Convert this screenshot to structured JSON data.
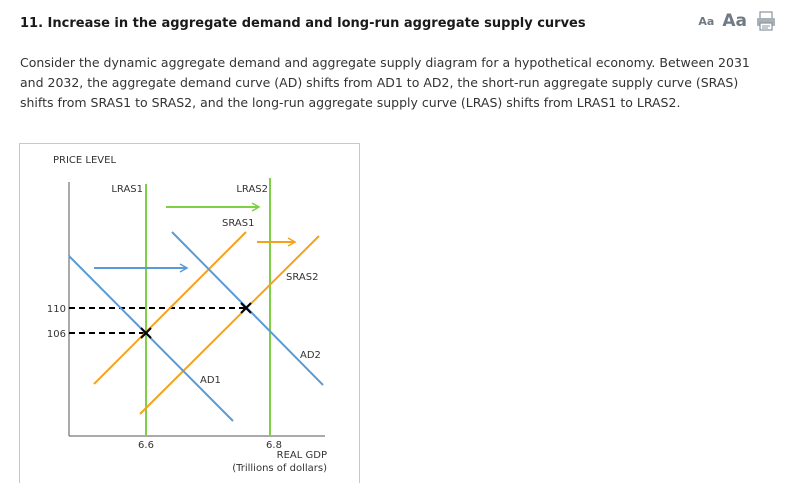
{
  "question": {
    "title": "11. Increase in the aggregate demand and long-run aggregate supply curves",
    "intro": "Consider the dynamic aggregate demand and aggregate supply diagram for a hypothetical economy. Between 2031 and 2032, the aggregate demand curve (AD) shifts from AD1 to AD2, the short-run aggregate supply curve (SRAS) shifts from SRAS1 to SRAS2, and the long-run aggregate supply curve (LRAS) shifts from LRAS1 to LRAS2."
  },
  "toolbar": {
    "font_small": "Aa",
    "font_large": "Aa",
    "print_icon": "print-icon"
  },
  "graph": {
    "y_axis_title": "PRICE LEVEL",
    "x_axis_title": "REAL GDP",
    "x_axis_units": "(Trillions of dollars)",
    "y_ticks": [
      "110",
      "106"
    ],
    "x_ticks": [
      "6.6",
      "6.8"
    ],
    "curve_labels": {
      "lras1": "LRAS1",
      "lras2": "LRAS2",
      "sras1": "SRAS1",
      "sras2": "SRAS2",
      "ad1": "AD1",
      "ad2": "AD2"
    },
    "colors": {
      "lras": "#7ed045",
      "sras": "#f5a21b",
      "ad": "#5b9bd5",
      "equilibrium": "#000000"
    }
  }
}
